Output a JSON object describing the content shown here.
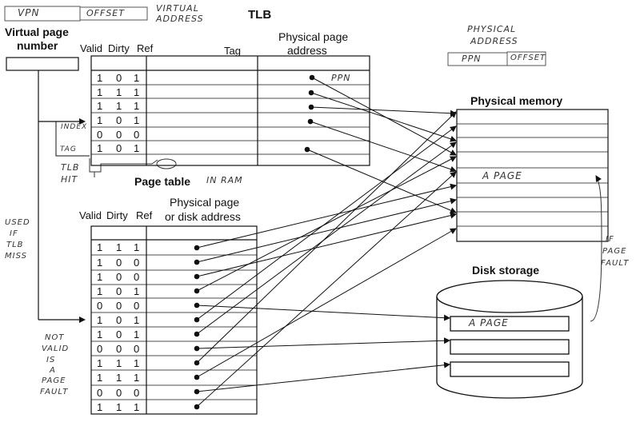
{
  "annotations": {
    "vpn": "VPN",
    "offset": "OFFSET",
    "virtual": "VIRTUAL",
    "address": "ADDRESS",
    "physical": "PHYSICAL",
    "address2": "ADDRESS",
    "ppn": "PPN",
    "offset2": "OFFSET",
    "ppn_tlb": "PPN",
    "index": "INDEX",
    "tag": "TAG",
    "tlb": "TLB",
    "hit": "HIT",
    "in_ram": "IN RAM",
    "used": "USED",
    "if": "IF",
    "tlb2": "TLB",
    "miss": "MISS",
    "not": "NOT",
    "valid": "VALID",
    "is": "IS",
    "a": "A",
    "page": "PAGE",
    "fault": "FAULT",
    "if_page_fault": [
      "IF",
      "PAGE",
      "FAULT"
    ],
    "a_page_mem": "A PAGE",
    "a_page_disk": "A PAGE"
  },
  "labels": {
    "tlb_title": "TLB",
    "virtual_page": "Virtual page",
    "number": "number",
    "valid": "Valid",
    "dirty": "Dirty",
    "ref": "Ref",
    "tag": "Tag",
    "physical_page": "Physical page",
    "address": "address",
    "physical_memory": "Physical memory",
    "page_table": "Page table",
    "pt_valid": "Valid",
    "pt_dirty": "Dirty",
    "pt_ref": "Ref",
    "pt_physical_page": "Physical page",
    "pt_or_disk": "or disk address",
    "disk_storage": "Disk storage"
  },
  "tlb_rows": [
    [
      "1",
      "0",
      "1"
    ],
    [
      "1",
      "1",
      "1"
    ],
    [
      "1",
      "1",
      "1"
    ],
    [
      "1",
      "0",
      "1"
    ],
    [
      "0",
      "0",
      "0"
    ],
    [
      "1",
      "0",
      "1"
    ]
  ],
  "page_table_rows": [
    [
      "1",
      "1",
      "1"
    ],
    [
      "1",
      "0",
      "0"
    ],
    [
      "1",
      "0",
      "0"
    ],
    [
      "1",
      "0",
      "1"
    ],
    [
      "0",
      "0",
      "0"
    ],
    [
      "1",
      "0",
      "1"
    ],
    [
      "1",
      "0",
      "1"
    ],
    [
      "0",
      "0",
      "0"
    ],
    [
      "1",
      "1",
      "1"
    ],
    [
      "1",
      "1",
      "1"
    ],
    [
      "0",
      "0",
      "0"
    ],
    [
      "1",
      "1",
      "1"
    ]
  ]
}
